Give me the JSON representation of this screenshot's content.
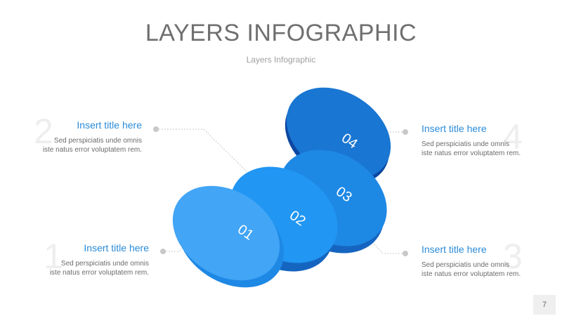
{
  "header": {
    "title": "LAYERS INFOGRAPHIC",
    "subtitle": "Layers Infographic"
  },
  "items": [
    {
      "number": "1",
      "title": "Insert title here",
      "desc_line1": "Sed perspiciatis unde omnis",
      "desc_line2": "iste natus error voluptatem rem."
    },
    {
      "number": "2",
      "title": "Insert title here",
      "desc_line1": "Sed perspiciatis unde omnis",
      "desc_line2": "iste natus error voluptatem rem."
    },
    {
      "number": "3",
      "title": "Insert title here",
      "desc_line1": "Sed perspiciatis unde omnis",
      "desc_line2": "iste natus error voluptatem rem."
    },
    {
      "number": "4",
      "title": "Insert title here",
      "desc_line1": "Sed perspiciatis unde omnis",
      "desc_line2": "iste natus error voluptatem rem."
    }
  ],
  "layers": [
    {
      "label": "01",
      "color": "#42a5f5",
      "side_color": "#1e88e5"
    },
    {
      "label": "02",
      "color": "#2196f3",
      "side_color": "#1565c0"
    },
    {
      "label": "03",
      "color": "#1e88e5",
      "side_color": "#1565c0"
    },
    {
      "label": "04",
      "color": "#1976d2",
      "side_color": "#0d47a1"
    }
  ],
  "colors": {
    "accent": "#2a8bd8",
    "connector": "#c8c8c8"
  },
  "page_number": "7"
}
